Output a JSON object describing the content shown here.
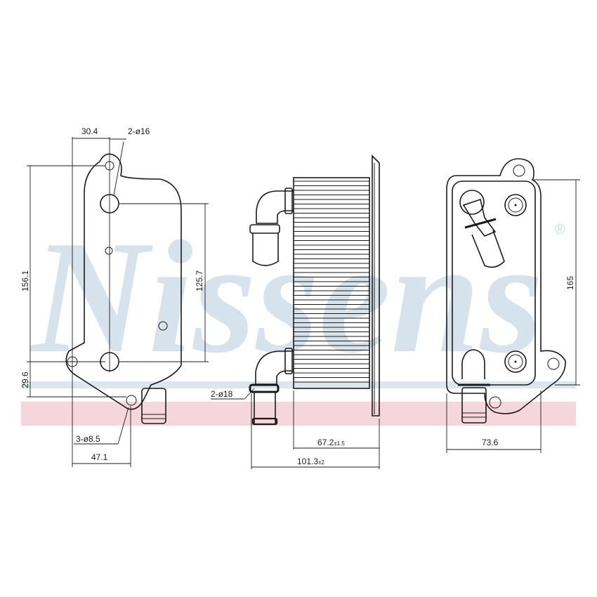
{
  "watermark": {
    "brand": "Nissens",
    "registered_mark": "®"
  },
  "colors": {
    "watermark": "#c9d9e6",
    "stripe_blue": "#dbe6ef",
    "stripe_pink": "#f6d6dd",
    "line": "#1a1a1a"
  },
  "front_view": {
    "dim_hole_offset": "30.4",
    "dim_port_holes": "2-ø16",
    "dim_total_height": "156.1",
    "dim_port_spacing": "125.7",
    "dim_lower_offset": "29.6",
    "dim_mount_holes": "3-ø8.5",
    "dim_bottom_width": "47.1"
  },
  "side_view": {
    "dim_pipes": "2-ø18",
    "dim_core_depth": "67.2",
    "dim_core_depth_tol": "±1.5",
    "dim_total_depth": "101.3",
    "dim_total_depth_tol": "±2"
  },
  "rear_view": {
    "dim_height": "165",
    "dim_width": "73.6"
  }
}
